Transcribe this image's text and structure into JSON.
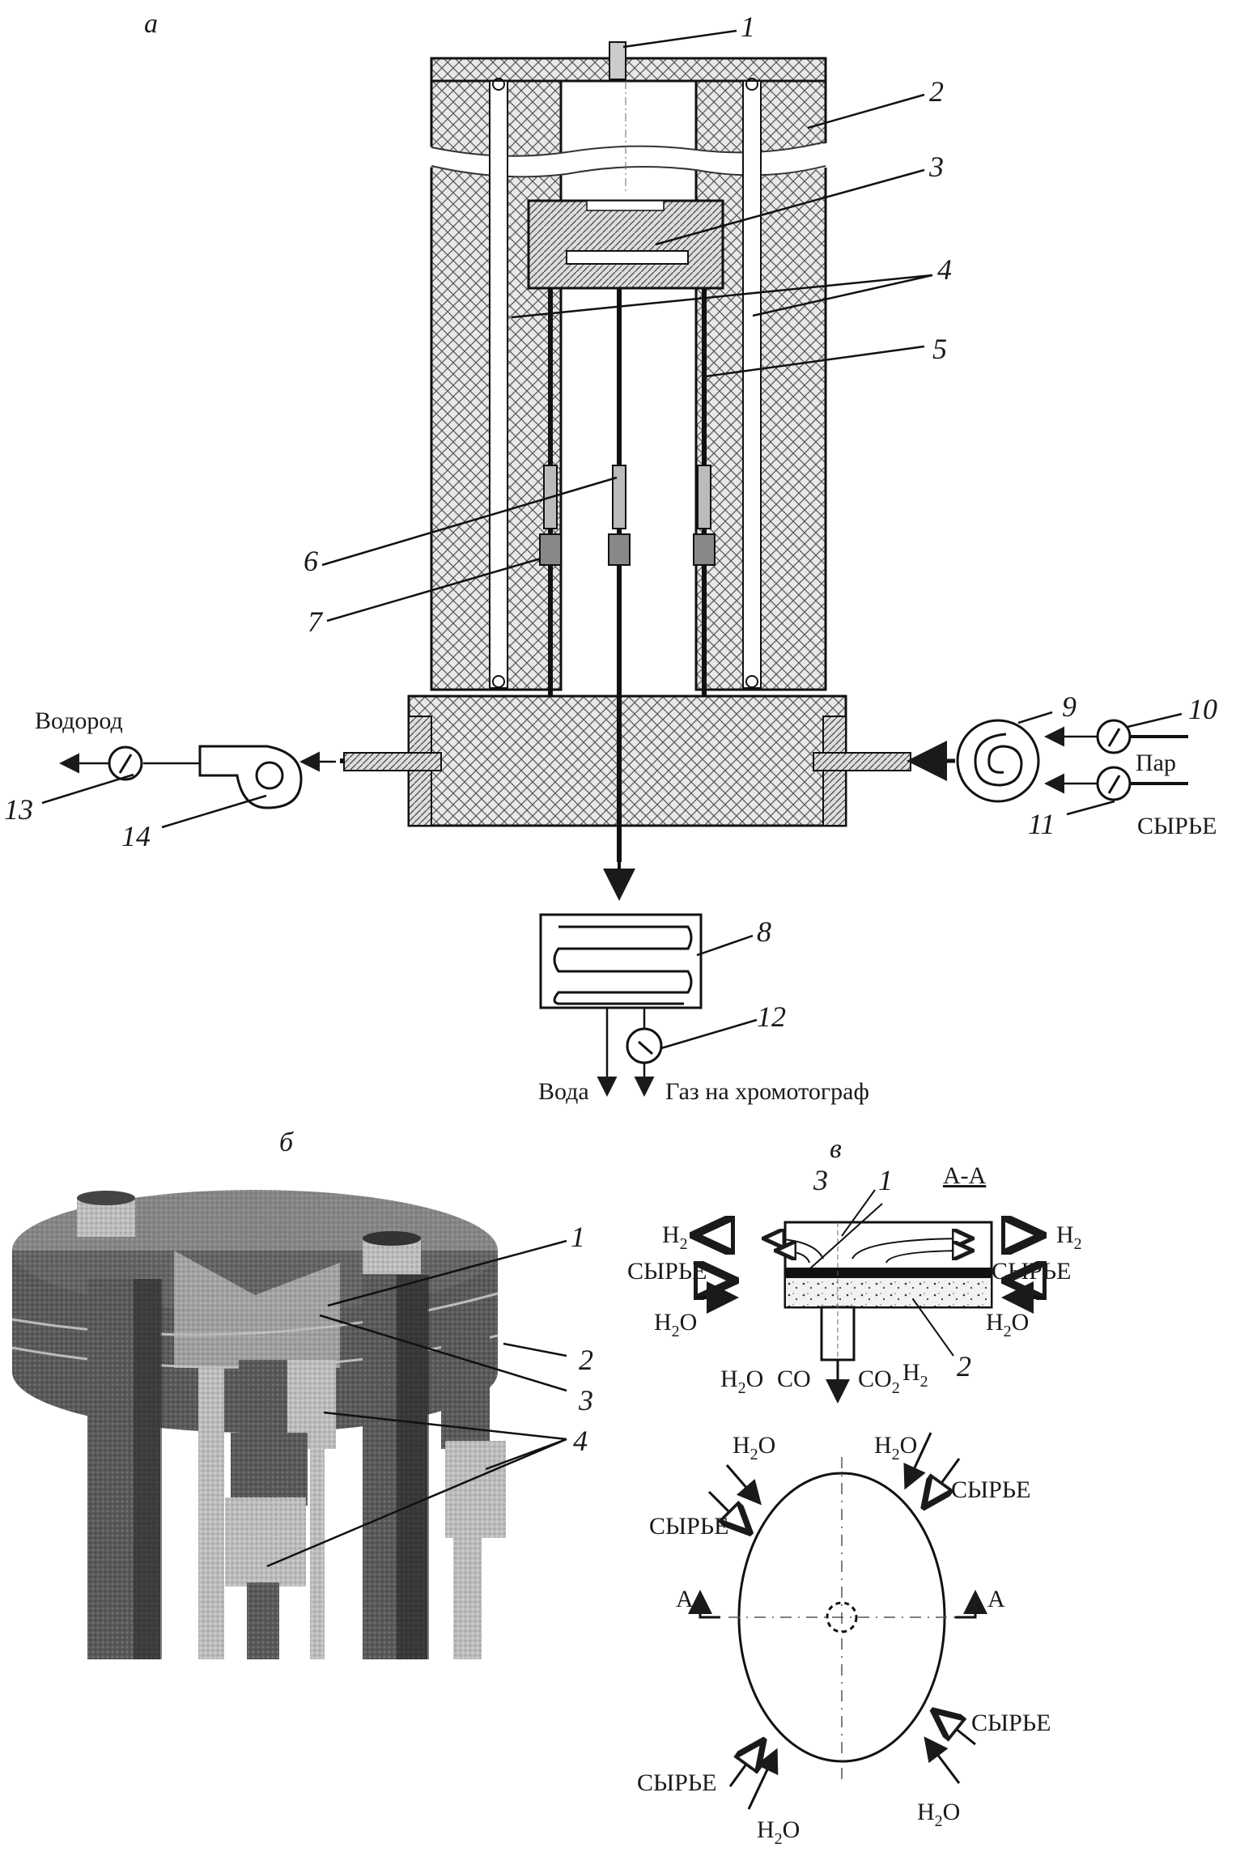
{
  "panels": {
    "a": "а",
    "b": "б",
    "v": "в"
  },
  "panel_a": {
    "callouts": [
      "1",
      "2",
      "3",
      "4",
      "5",
      "6",
      "7",
      "8",
      "9",
      "10",
      "11",
      "12",
      "13",
      "14"
    ],
    "labels": {
      "hydrogen": "Водород",
      "steam": "Пар",
      "feed": "СЫРЬЕ",
      "water": "Вода",
      "gas_to_chromatograph": "Газ на хромотограф"
    }
  },
  "panel_b": {
    "callouts": [
      "1",
      "2",
      "3",
      "4"
    ]
  },
  "panel_v": {
    "section_label": "А-А",
    "callouts": [
      "1",
      "2",
      "3"
    ],
    "cross_section": {
      "h2": "H",
      "h2_sub": "2",
      "feed": "СЫРЬЕ",
      "h2o": "H",
      "h2o_sub": "2",
      "h2o_tail": "O",
      "co": "CO",
      "co2": "CO",
      "co2_sub": "2"
    },
    "plan_view": {
      "section_mark": "А",
      "feed": "СЫРЬЕ",
      "h2o": "H",
      "h2o_sub": "2",
      "h2o_tail": "O"
    }
  }
}
